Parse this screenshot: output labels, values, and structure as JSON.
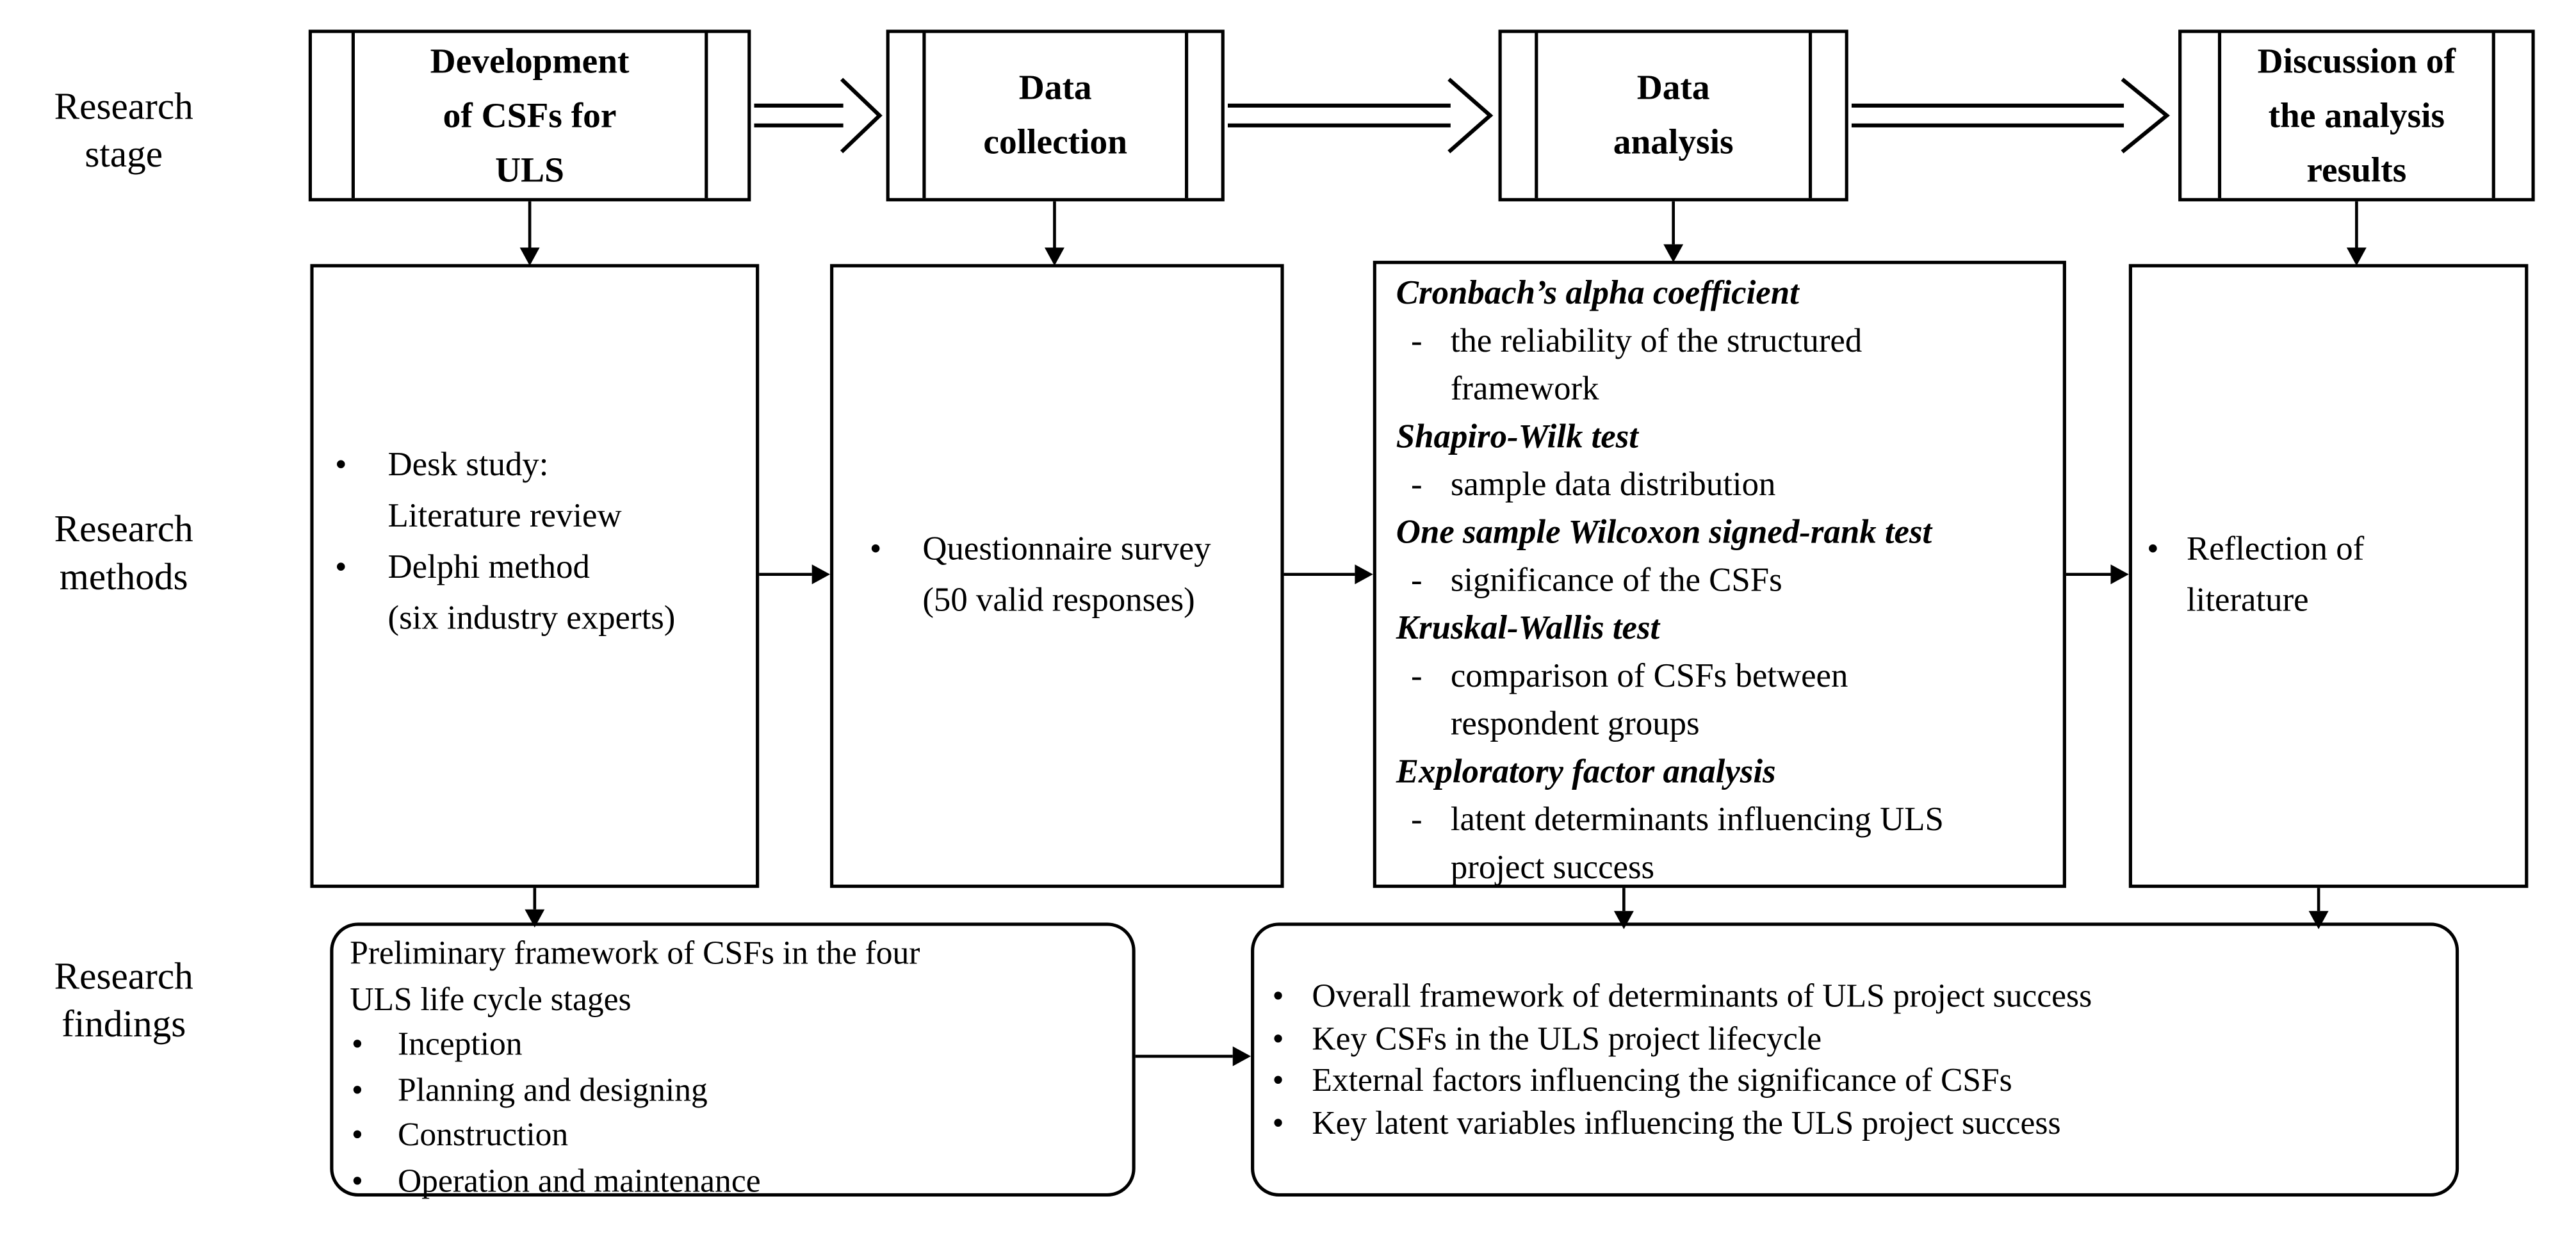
{
  "colors": {
    "ink": "#000000",
    "paper": "#ffffff"
  },
  "glyphs": {
    "bullet": "•",
    "dash": "-"
  },
  "row_labels": {
    "stage": "Research\nstage",
    "methods": "Research\nmethods",
    "findings": "Research\nfindings"
  },
  "stages": {
    "development": "Development\nof CSFs for\nULS",
    "data_collection": "Data\ncollection",
    "data_analysis": "Data\nanalysis",
    "discussion": "Discussion of\nthe analysis\nresults"
  },
  "methods": {
    "development": {
      "bullets": [
        "Desk study:\nLiterature review",
        "Delphi method\n(six industry experts)"
      ]
    },
    "data_collection": {
      "bullets": [
        "Questionnaire survey\n(50 valid responses)"
      ]
    },
    "data_analysis": {
      "items": [
        {
          "title": "Cronbach’s alpha coefficient",
          "detail": "the reliability of the structured\nframework"
        },
        {
          "title": "Shapiro-Wilk test",
          "detail": "sample data distribution"
        },
        {
          "title": "One sample Wilcoxon signed-rank test",
          "detail": "significance of the CSFs"
        },
        {
          "title": "Kruskal-Wallis test",
          "detail": "comparison of CSFs between\nrespondent groups"
        },
        {
          "title": "Exploratory factor analysis",
          "detail": "latent determinants influencing ULS\nproject success"
        }
      ]
    },
    "discussion": {
      "bullets": [
        "Reflection of\nliterature"
      ]
    }
  },
  "findings": {
    "preliminary": {
      "heading": "Preliminary framework of CSFs in the four\nULS life cycle stages",
      "bullets": [
        "Inception",
        "Planning and designing",
        "Construction",
        "Operation and maintenance"
      ]
    },
    "overall": {
      "bullets": [
        "Overall framework of determinants of ULS project success",
        "Key CSFs in the ULS project lifecycle",
        "External factors influencing the significance of CSFs",
        "Key latent variables influencing the ULS project success"
      ]
    }
  }
}
